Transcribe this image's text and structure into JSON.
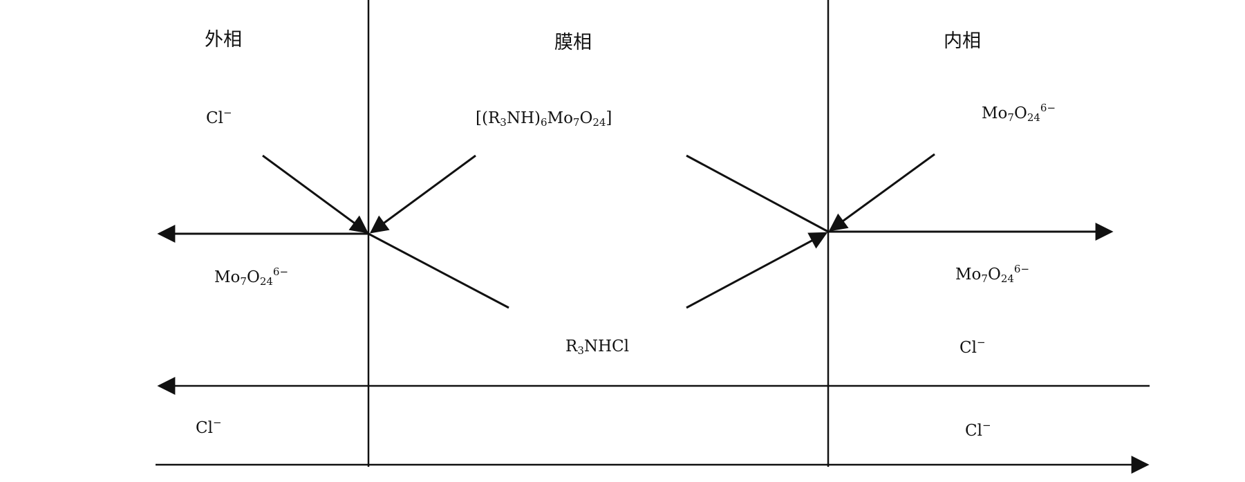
{
  "headers": {
    "outer": "外相",
    "membrane": "膜相",
    "inner": "内相"
  },
  "species": {
    "outer_top": {
      "base": "Cl",
      "charge": "−"
    },
    "outer_middle": {
      "base": "Mo",
      "sub1": "7",
      "mid": "O",
      "sub2": "24",
      "charge": "6−"
    },
    "outer_bottom": {
      "base": "Cl",
      "charge": "−"
    },
    "membrane_complex": {
      "open": "[(R",
      "sub1": "3",
      "mid1": "NH)",
      "sub2": "6",
      "mid2": "Mo",
      "sub3": "7",
      "mid3": "O",
      "sub4": "24",
      "close": "]"
    },
    "membrane_carrier": {
      "base": "R",
      "sub": "3",
      "rest": "NHCl"
    },
    "inner_top": {
      "base": "Mo",
      "sub1": "7",
      "mid": "O",
      "sub2": "24",
      "charge": "6−"
    },
    "inner_middle": {
      "base": "Mo",
      "sub1": "7",
      "mid": "O",
      "sub2": "24",
      "charge": "6−"
    },
    "inner_lower": {
      "base": "Cl",
      "charge": "−"
    },
    "inner_bottom": {
      "base": "Cl",
      "charge": "−"
    }
  },
  "colors": {
    "ink": "#111111",
    "background": "#ffffff"
  }
}
